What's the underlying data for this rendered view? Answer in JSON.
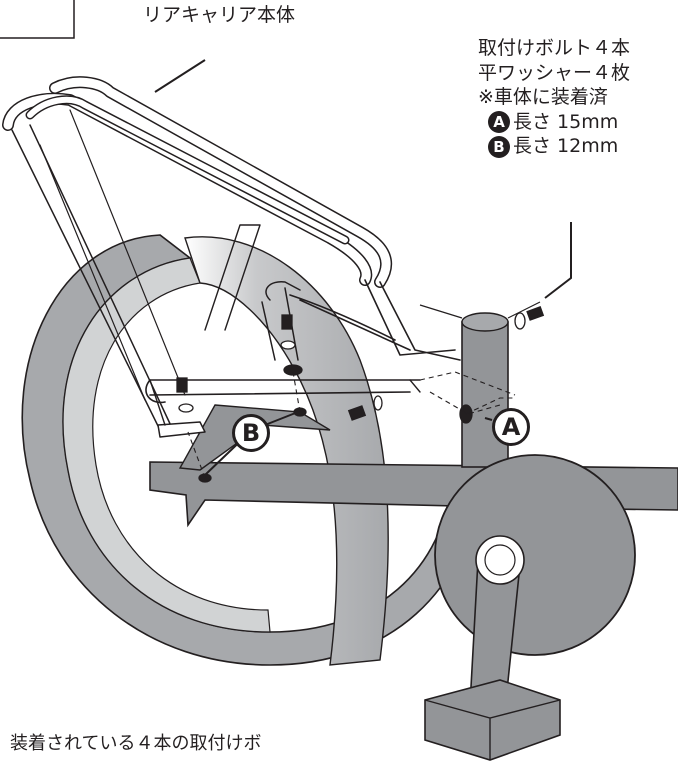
{
  "title_label": "リアキャリア本体",
  "spec": {
    "lines": [
      "取付けボルト４本",
      "平ワッシャー４枚",
      "※車体に装着済"
    ],
    "bolt_a": {
      "mark": "A",
      "text": "長さ 15mm"
    },
    "bolt_b": {
      "mark": "B",
      "text": "長さ 12mm"
    }
  },
  "callouts": {
    "a": "A",
    "b": "B"
  },
  "bottom_text": "装着されている４本の取付けボ",
  "colors": {
    "ink": "#231f20",
    "part_gray": "#a7a9ac",
    "frame_gray": "#939598",
    "wheel_inner": "#d1d3d4"
  }
}
